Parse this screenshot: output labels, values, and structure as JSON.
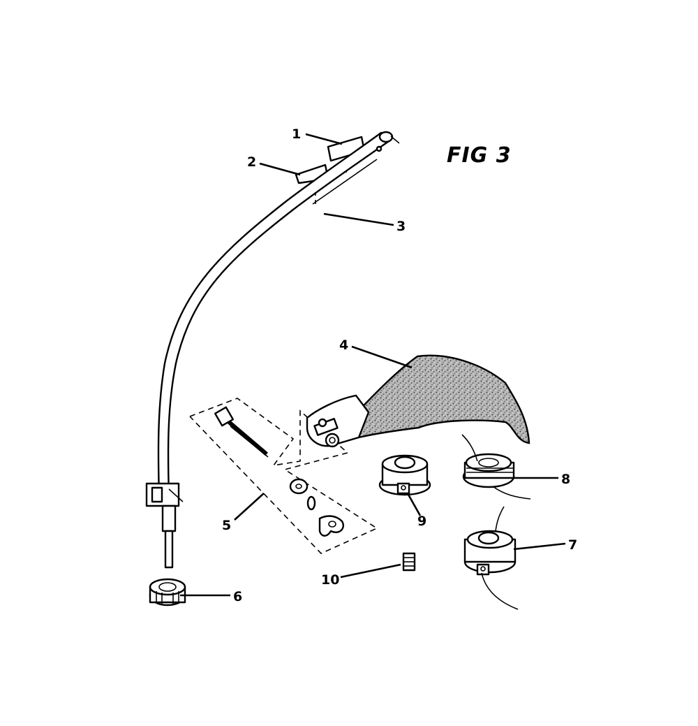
{
  "figure": {
    "title": "FIG 3"
  },
  "callouts": {
    "c1": "1",
    "c2": "2",
    "c3": "3",
    "c4": "4",
    "c5": "5",
    "c6": "6",
    "c7": "7",
    "c8": "8",
    "c9": "9",
    "c10": "10"
  },
  "colors": {
    "ink": "#000000",
    "paper": "#ffffff",
    "stipple": "#9a9a9a"
  }
}
